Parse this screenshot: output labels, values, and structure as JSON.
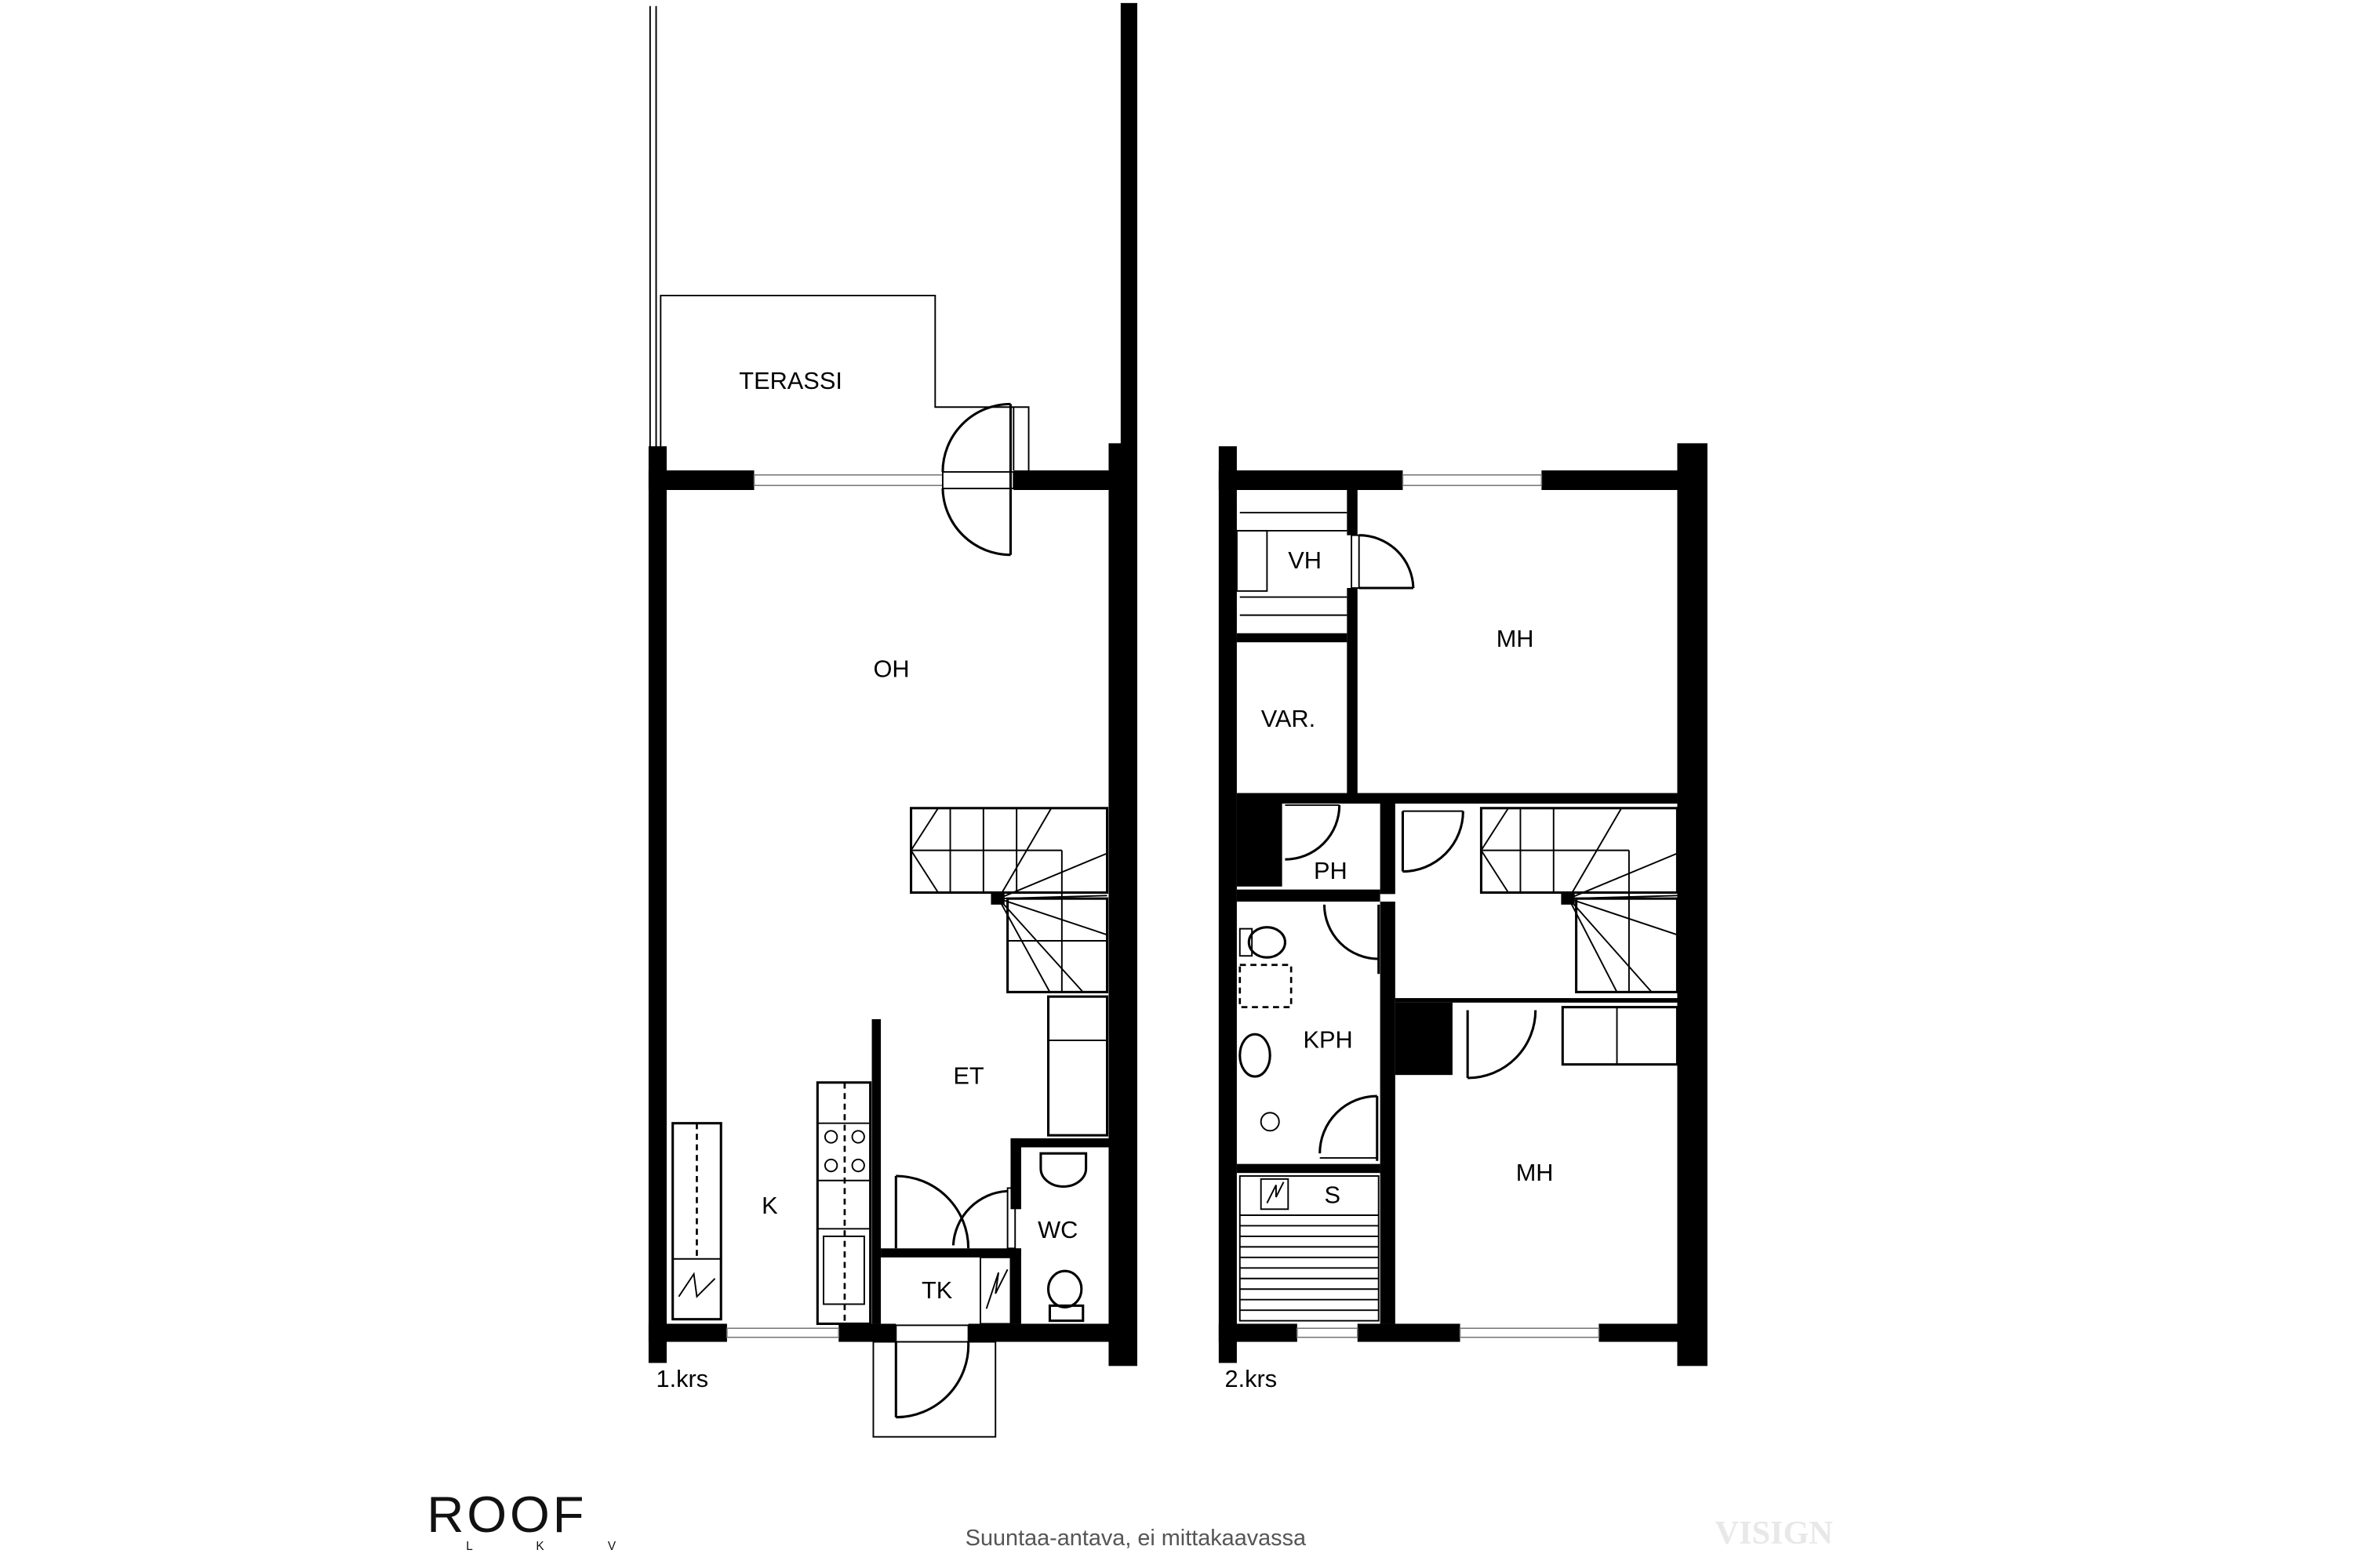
{
  "floors": [
    {
      "label": "1.krs",
      "rooms": {
        "terrace": "TERASSI",
        "living": "OH",
        "hall": "ET",
        "kitchen": "K",
        "wc": "WC",
        "closet": "TK"
      }
    },
    {
      "label": "2.krs",
      "rooms": {
        "closet_vh": "VH",
        "bedroom_top": "MH",
        "storage": "VAR.",
        "hall": "PH",
        "bathroom": "KPH",
        "sauna": "S",
        "bedroom_bottom": "MH"
      }
    }
  ],
  "footer": {
    "logo_main": "ROOF",
    "logo_sub": "L K V",
    "disclaimer": "Suuntaa-antava, ei mittakaavassa",
    "watermark": "VISIGN"
  },
  "colors": {
    "wall": "#000000",
    "disclaimer": "#555555",
    "watermark": "#e8e8e8"
  }
}
